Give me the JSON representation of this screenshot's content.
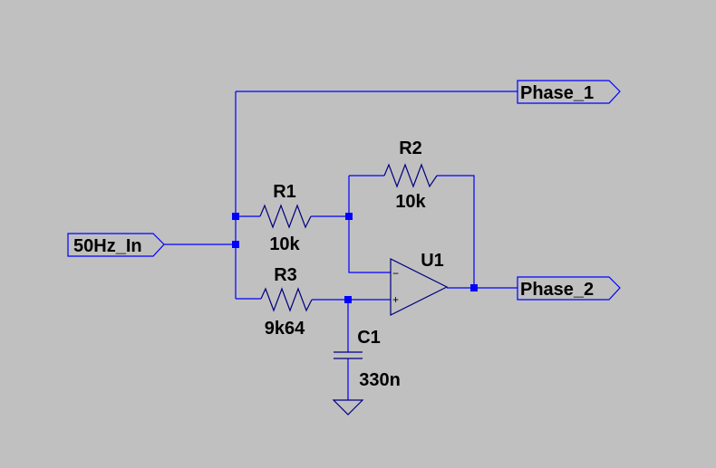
{
  "net_labels": {
    "input": "50Hz_In",
    "out1": "Phase_1",
    "out2": "Phase_2"
  },
  "components": {
    "R1": {
      "ref": "R1",
      "value": "10k"
    },
    "R2": {
      "ref": "R2",
      "value": "10k"
    },
    "R3": {
      "ref": "R3",
      "value": "9k64"
    },
    "C1": {
      "ref": "C1",
      "value": "330n"
    },
    "U1": {
      "ref": "U1"
    }
  },
  "opamp_pins": {
    "inv": "−",
    "noninv": "+"
  },
  "colors": {
    "background": "#c0c0c0",
    "wire": "#0000ff",
    "component": "#000080",
    "text": "#000000"
  }
}
